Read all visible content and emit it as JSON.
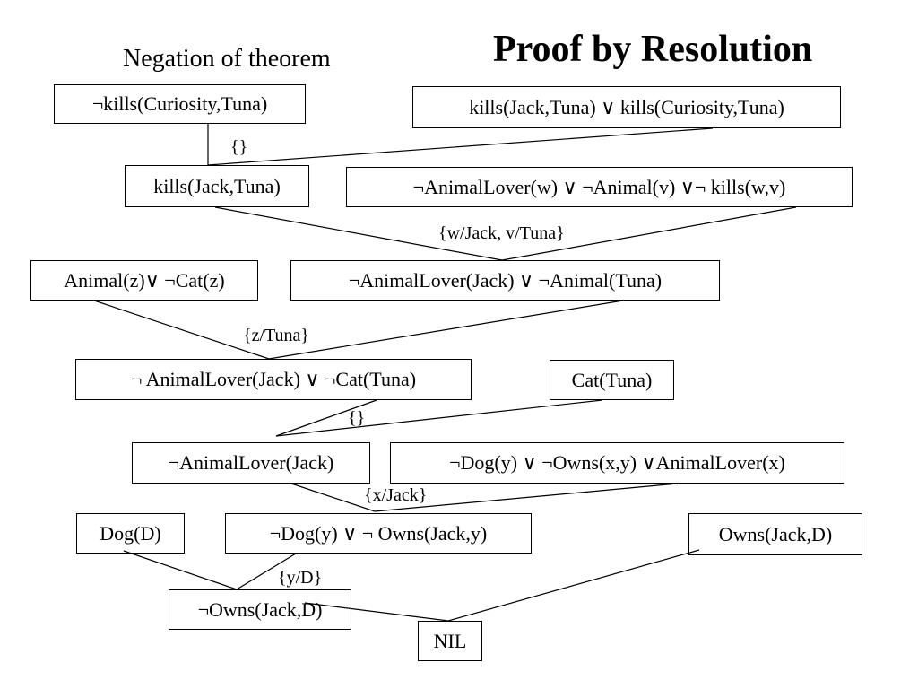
{
  "title": "Proof by Resolution",
  "caption": "Negation of theorem",
  "clauses": {
    "not_kills_curiosity": "¬kills(Curiosity,Tuna)",
    "kills_jack_or_curiosity": "kills(Jack,Tuna) ∨ kills(Curiosity,Tuna)",
    "kills_jack": "kills(Jack,Tuna)",
    "animallover_rule": "¬AnimalLover(w) ∨ ¬Animal(v) ∨¬ kills(w,v)",
    "animal_or_not_cat": "Animal(z)∨ ¬Cat(z)",
    "not_animallover_jack_or_not_animal_tuna": "¬AnimalLover(Jack) ∨ ¬Animal(Tuna)",
    "not_animallover_jack_or_not_cat_tuna": "¬ AnimalLover(Jack) ∨ ¬Cat(Tuna)",
    "cat_tuna": "Cat(Tuna)",
    "not_animallover_jack": "¬AnimalLover(Jack)",
    "doglover_rule": "¬Dog(y) ∨ ¬Owns(x,y) ∨AnimalLover(x)",
    "dog_d": "Dog(D)",
    "not_dog_or_not_owns_jack": "¬Dog(y) ∨ ¬ Owns(Jack,y)",
    "owns_jack_d": "Owns(Jack,D)",
    "not_owns_jack_d": "¬Owns(Jack,D)",
    "nil": "NIL"
  },
  "substitutions": {
    "step1": "{}",
    "step2": "{w/Jack, v/Tuna}",
    "step3": "{z/Tuna}",
    "step4": "{}",
    "step5": "{x/Jack}",
    "step6": "{y/D}"
  }
}
